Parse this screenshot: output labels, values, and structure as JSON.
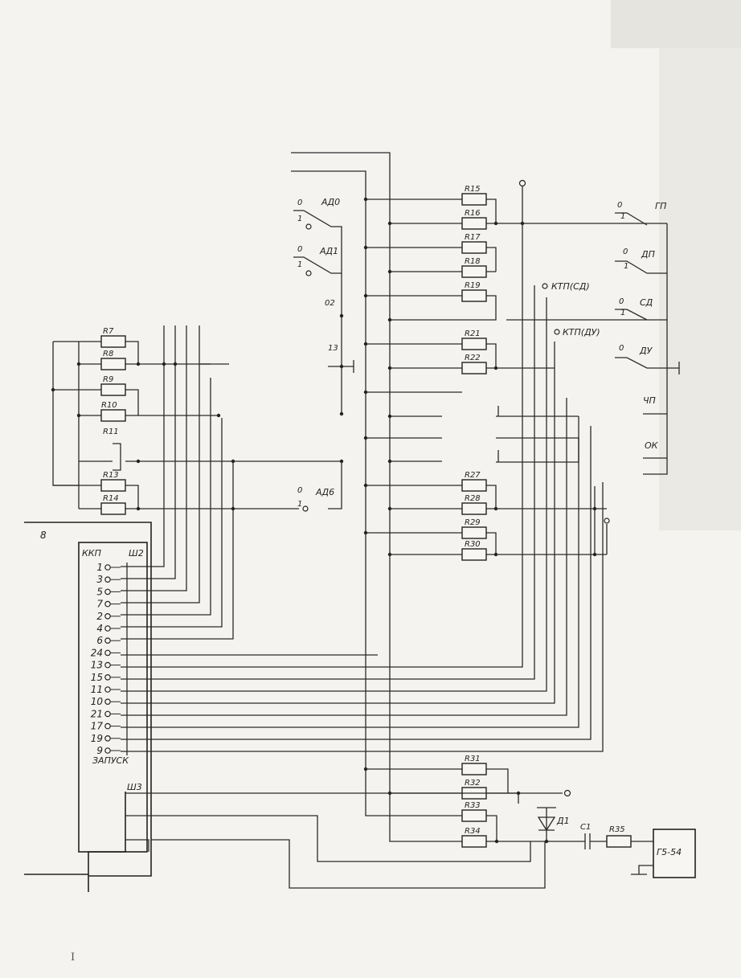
{
  "block_label": "8",
  "connector_kkp": {
    "label": "ККП",
    "pins": [
      "1",
      "3",
      "5",
      "7",
      "2",
      "4",
      "6",
      "24",
      "13",
      "15",
      "11",
      "10",
      "21",
      "17",
      "19",
      "9"
    ],
    "footer": "ЗАПУСК"
  },
  "connector_sh2": "Ш2",
  "connector_sh3": "Ш3",
  "relay_contacts_left": {
    "ad0": {
      "label": "АД0",
      "pos0": "0",
      "pos1": "1"
    },
    "ad1": {
      "label": "АД1",
      "pos0": "0",
      "pos1": "1"
    },
    "ad2": "02",
    "ad3": "13",
    "ad6": {
      "label": "АД6",
      "pos0": "0",
      "pos1": "1"
    }
  },
  "relay_contacts_right": {
    "gp": {
      "label": "ГП",
      "pos0": "0",
      "pos1": "1"
    },
    "dp": {
      "label": "ДП",
      "pos0": "0",
      "pos1": "1"
    },
    "sd": {
      "label": "СД",
      "pos0": "0",
      "pos1": "1"
    },
    "du": {
      "label": "ДУ",
      "pos0": "0"
    },
    "chp": "ЧП",
    "ok": "ОК"
  },
  "test_points": {
    "ktp_sd": "КТП(СД)",
    "ktp_du": "КТП(ДУ)"
  },
  "resistors_left": [
    "R7",
    "R8",
    "R9",
    "R10",
    "R11",
    "R13",
    "R14"
  ],
  "resistors_right": [
    "R15",
    "R16",
    "R17",
    "R18",
    "R19",
    "R21",
    "R22",
    "R27",
    "R28",
    "R29",
    "R30"
  ],
  "resistors_bottom": [
    "R31",
    "R32",
    "R33",
    "R34",
    "R35"
  ],
  "diode": "Д1",
  "capacitor": "С1",
  "generator": "Г5-54",
  "margin_mark": "I"
}
